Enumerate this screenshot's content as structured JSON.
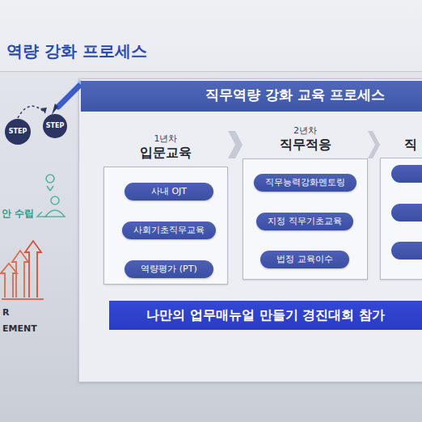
{
  "diagram": {
    "title": "역량 강화 프로세스",
    "nodes": [
      {
        "text": [
          "직무역량 강화 교육 프로세스"
        ]
      },
      {
        "text": [
          "1년차",
          "입문교육"
        ],
        "in": 0
      },
      {
        "text": [
          "사내 OJT"
        ],
        "in": 1
      },
      {
        "text": [
          "사회기초직무교육"
        ],
        "in": 1
      },
      {
        "text": [
          "역량평가 (PT)"
        ],
        "in": 1
      },
      {
        "text": [
          "2년차",
          "직무적응"
        ],
        "in": 0
      },
      {
        "text": [
          "직무능력강화멘토링"
        ],
        "in": 5
      },
      {
        "text": [
          "지정 직무기초교육"
        ],
        "in": 5
      },
      {
        "text": [
          "법정 교육이수"
        ],
        "in": 5
      },
      {
        "text": [
          "직"
        ],
        "in": 0
      },
      {
        "text": [
          "나만의 업무매뉴얼 만들기 경진대회 참가"
        ],
        "in": 0
      }
    ],
    "edges": [
      {
        "from": 1,
        "to": 5,
        "arrow": "to"
      },
      {
        "from": 5,
        "to": 9,
        "arrow": "to"
      }
    ],
    "labels": [
      "STEP",
      "STEP",
      "안 수립",
      "R",
      "EMENT"
    ]
  }
}
